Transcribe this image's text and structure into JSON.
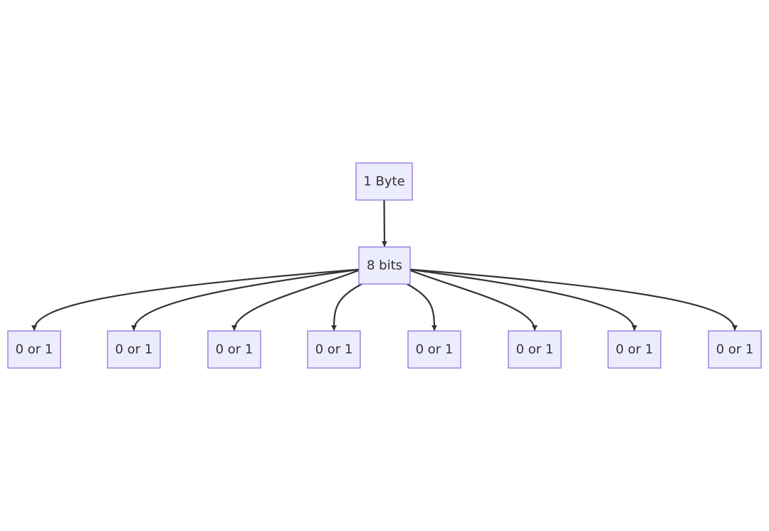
{
  "diagram": {
    "colors": {
      "node_fill": "#ECECFF",
      "node_stroke": "#9370DB",
      "edge": "#333333",
      "text": "#333333",
      "background": "#FFFFFF"
    },
    "root": {
      "id": "byte",
      "label": "1 Byte"
    },
    "middle": {
      "id": "bits",
      "label": "8 bits"
    },
    "leaves": [
      {
        "id": "bit-1",
        "label": "0 or 1"
      },
      {
        "id": "bit-2",
        "label": "0 or 1"
      },
      {
        "id": "bit-3",
        "label": "0 or 1"
      },
      {
        "id": "bit-4",
        "label": "0 or 1"
      },
      {
        "id": "bit-5",
        "label": "0 or 1"
      },
      {
        "id": "bit-6",
        "label": "0 or 1"
      },
      {
        "id": "bit-7",
        "label": "0 or 1"
      },
      {
        "id": "bit-8",
        "label": "0 or 1"
      }
    ],
    "edges": [
      {
        "from": "byte",
        "to": "bits"
      },
      {
        "from": "bits",
        "to": "bit-1"
      },
      {
        "from": "bits",
        "to": "bit-2"
      },
      {
        "from": "bits",
        "to": "bit-3"
      },
      {
        "from": "bits",
        "to": "bit-4"
      },
      {
        "from": "bits",
        "to": "bit-5"
      },
      {
        "from": "bits",
        "to": "bit-6"
      },
      {
        "from": "bits",
        "to": "bit-7"
      },
      {
        "from": "bits",
        "to": "bit-8"
      }
    ]
  }
}
